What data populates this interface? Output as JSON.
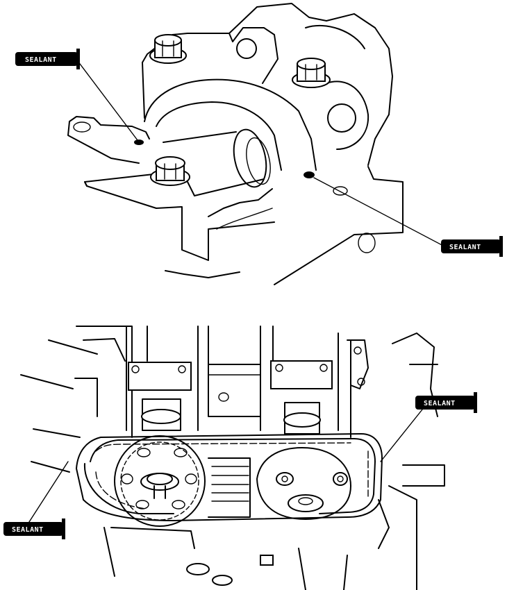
{
  "callouts": [
    {
      "id": "top-left",
      "text": "SEALANT"
    },
    {
      "id": "top-right",
      "text": "SEALANT"
    },
    {
      "id": "bottom-right",
      "text": "SEALANT"
    },
    {
      "id": "bottom-left",
      "text": "SEALANT"
    }
  ]
}
